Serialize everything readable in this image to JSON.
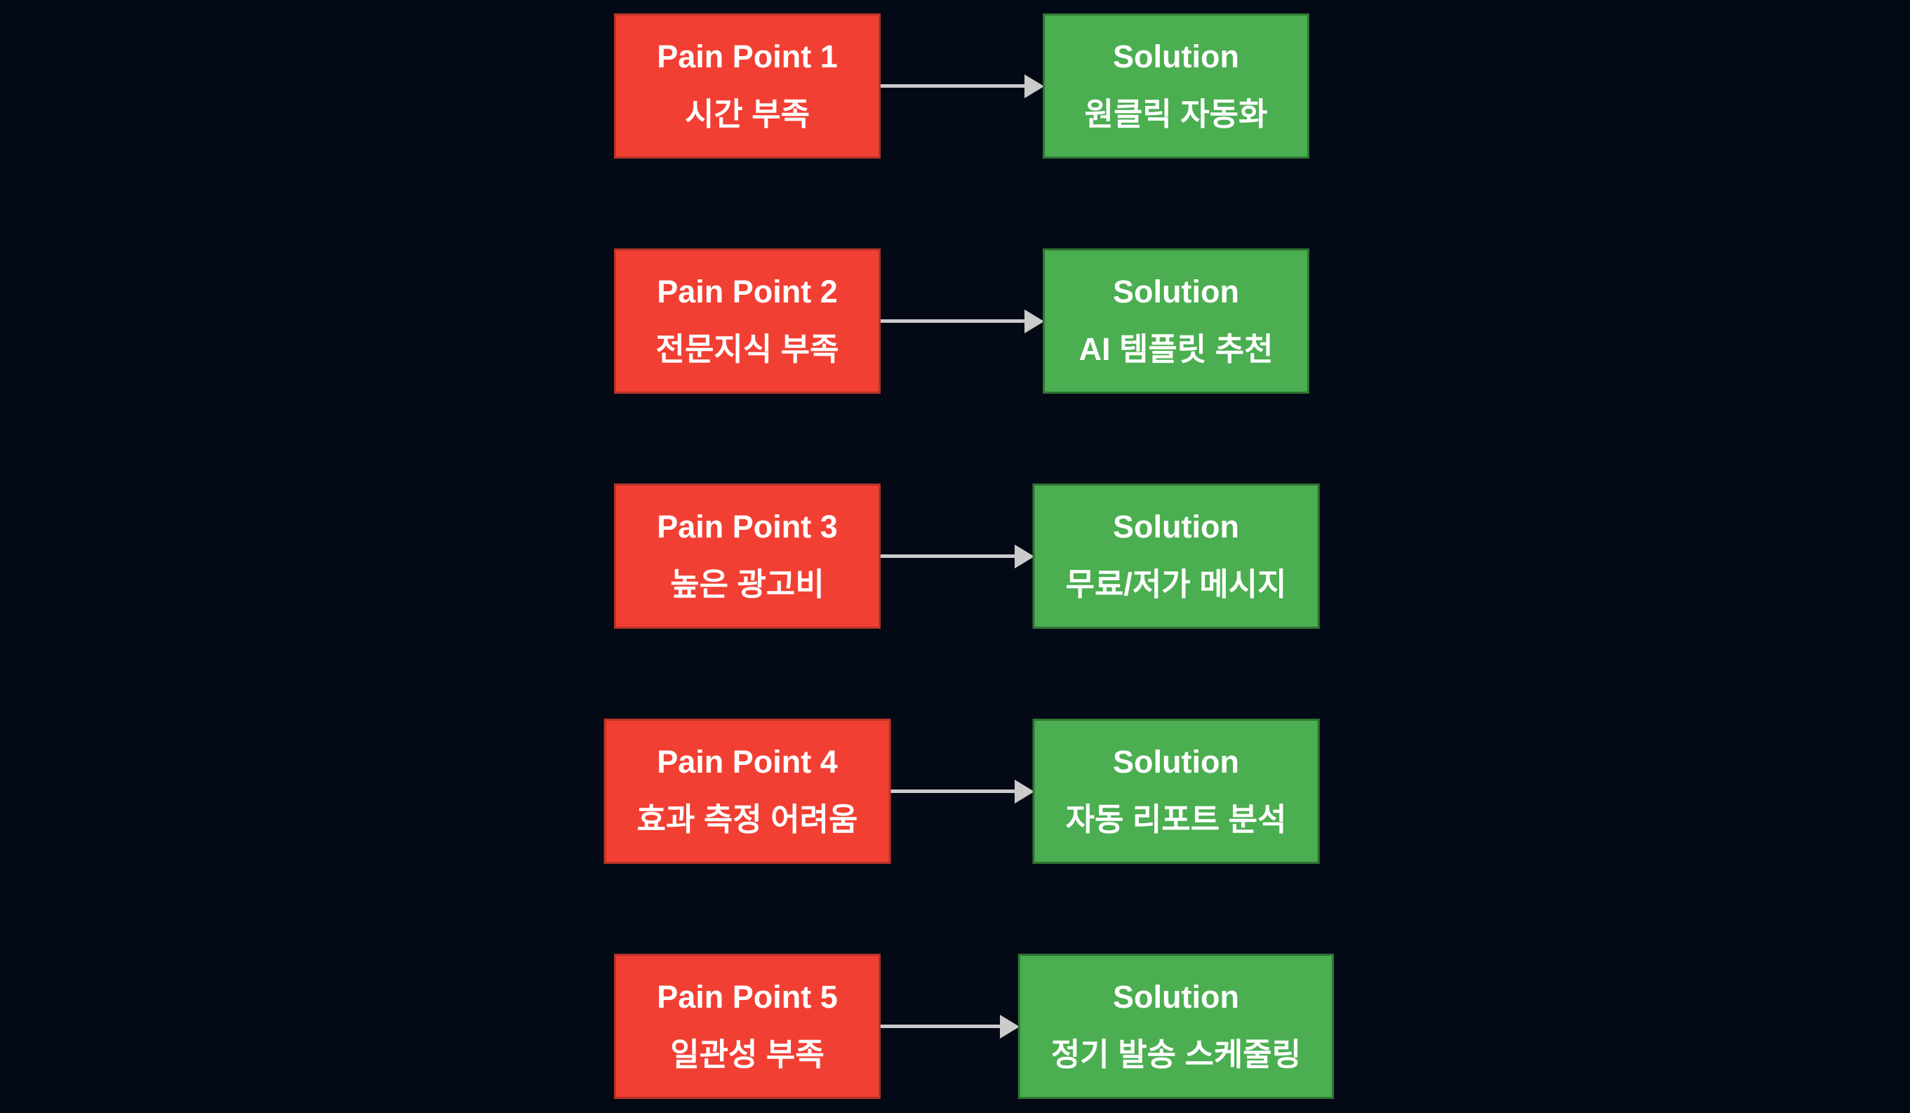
{
  "diagram": {
    "title": "Pain Point to Solution mapping flowchart",
    "colors": {
      "background": "#040a15",
      "pain_fill": "#f23f33",
      "pain_border": "#b53429",
      "solution_fill": "#4bae50",
      "solution_border": "#2f7433",
      "arrow": "#cbcbcb",
      "text": "#ffffff"
    },
    "rows": [
      {
        "pain": {
          "title": "Pain Point 1",
          "subtitle": "시간 부족"
        },
        "solution": {
          "title": "Solution",
          "subtitle": "원클릭 자동화"
        }
      },
      {
        "pain": {
          "title": "Pain Point 2",
          "subtitle": "전문지식 부족"
        },
        "solution": {
          "title": "Solution",
          "subtitle": "AI 템플릿 추천"
        }
      },
      {
        "pain": {
          "title": "Pain Point 3",
          "subtitle": "높은 광고비"
        },
        "solution": {
          "title": "Solution",
          "subtitle": "무료/저가 메시지"
        }
      },
      {
        "pain": {
          "title": "Pain Point 4",
          "subtitle": "효과 측정 어려움"
        },
        "solution": {
          "title": "Solution",
          "subtitle": "자동 리포트 분석"
        }
      },
      {
        "pain": {
          "title": "Pain Point 5",
          "subtitle": "일관성 부족"
        },
        "solution": {
          "title": "Solution",
          "subtitle": "정기 발송 스케줄링"
        }
      }
    ]
  }
}
